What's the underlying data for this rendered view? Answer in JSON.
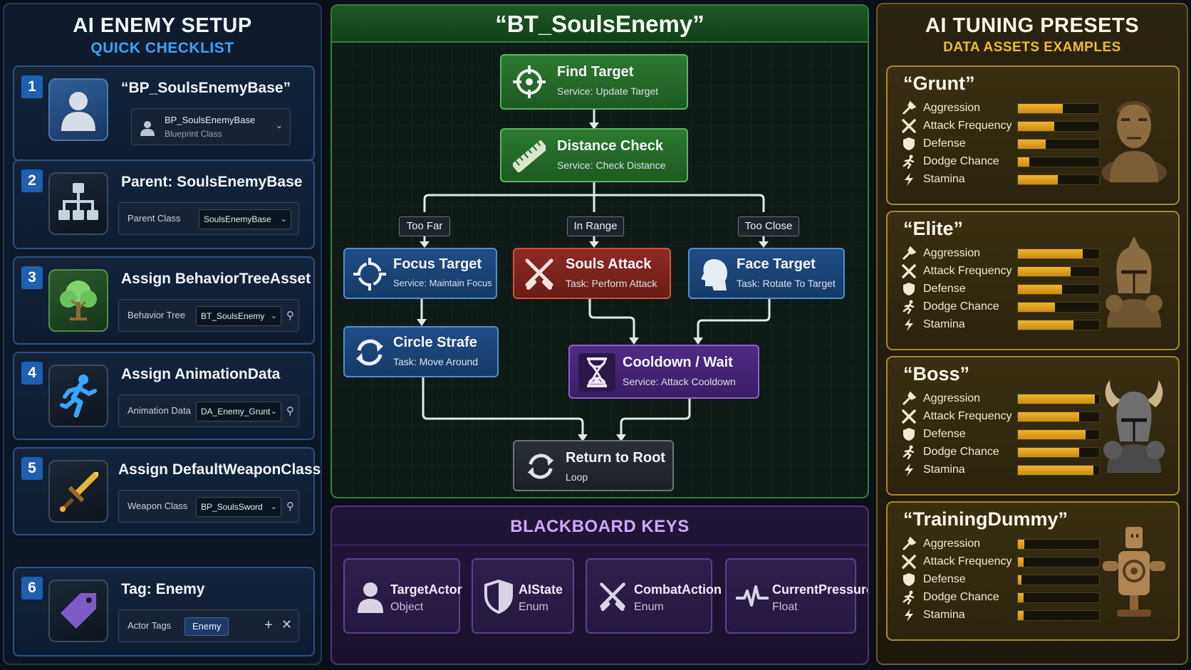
{
  "checklist": {
    "title": "AI ENEMY SETUP",
    "subtitle": "QUICK CHECKLIST",
    "steps": [
      {
        "num": "1",
        "title": "“BP_SoulsEnemyBase”",
        "icon": "person-bust-icon",
        "select": "BP_SoulsEnemyBase",
        "select_sub": "Blueprint Class"
      },
      {
        "num": "2",
        "title": "Parent: SoulsEnemyBase",
        "icon": "hierarchy-icon",
        "label": "Parent Class",
        "value": "SoulsEnemyBase"
      },
      {
        "num": "3",
        "title": "Assign BehaviorTreeAsset",
        "icon": "tree-icon",
        "label": "Behavior Tree",
        "value": "BT_SoulsEnemy"
      },
      {
        "num": "4",
        "title": "Assign AnimationData",
        "icon": "running-figure-icon",
        "label": "Animation Data",
        "value": "DA_Enemy_Grunt"
      },
      {
        "num": "5",
        "title": "Assign DefaultWeaponClass",
        "icon": "sword-icon",
        "label": "Weapon Class",
        "value": "BP_SoulsSword"
      },
      {
        "num": "6",
        "title": "Tag: Enemy",
        "icon": "tag-icon",
        "label": "Actor Tags",
        "value": "Enemy"
      }
    ]
  },
  "behavior_tree": {
    "title": "“BT_SoulsEnemy”",
    "nodes": {
      "find_target": {
        "title": "Find Target",
        "sub": "Service: Update Target",
        "icon": "crosshair-icon"
      },
      "distance_check": {
        "title": "Distance Check",
        "sub": "Service: Check Distance",
        "icon": "ruler-icon"
      },
      "focus_target": {
        "title": "Focus Target",
        "sub": "Service: Maintain Focus",
        "icon": "focus-arrows-icon"
      },
      "souls_attack": {
        "title": "Souls Attack",
        "sub": "Task: Perform Attack",
        "icon": "crossed-swords-icon"
      },
      "face_target": {
        "title": "Face Target",
        "sub": "Task: Rotate To Target",
        "icon": "head-profile-icon"
      },
      "circle_strafe": {
        "title": "Circle Strafe",
        "sub": "Task: Move Around",
        "icon": "cycle-arrows-icon"
      },
      "cooldown": {
        "title": "Cooldown / Wait",
        "sub": "Service: Attack Cooldown",
        "icon": "hourglass-icon"
      },
      "return_root": {
        "title": "Return to Root",
        "sub": "Loop",
        "icon": "loop-icon"
      }
    },
    "branches": {
      "too_far": "Too Far",
      "in_range": "In Range",
      "too_close": "Too Close"
    }
  },
  "blackboard": {
    "title": "BLACKBOARD KEYS",
    "keys": [
      {
        "name": "TargetActor",
        "type": "Object",
        "icon": "person-icon"
      },
      {
        "name": "AIState",
        "type": "Enum",
        "icon": "shield-icon"
      },
      {
        "name": "CombatAction",
        "type": "Enum",
        "icon": "crossed-swords-icon"
      },
      {
        "name": "CurrentPressure",
        "type": "Float",
        "icon": "pulse-icon"
      }
    ]
  },
  "presets": {
    "title": "AI TUNING PRESETS",
    "subtitle": "DATA ASSETS EXAMPLES",
    "stat_labels": [
      "Aggression",
      "Attack Frequency",
      "Defense",
      "Dodge Chance",
      "Stamina"
    ],
    "items": [
      {
        "name": "“Grunt”",
        "portrait": "grunt-warrior-icon",
        "levels": [
          0.55,
          0.45,
          0.34,
          0.14,
          0.49
        ]
      },
      {
        "name": "“Elite”",
        "portrait": "elite-knight-icon",
        "levels": [
          0.8,
          0.65,
          0.54,
          0.46,
          0.68
        ]
      },
      {
        "name": "“Boss”",
        "portrait": "horned-boss-icon",
        "levels": [
          0.95,
          0.75,
          0.83,
          0.75,
          0.93
        ]
      },
      {
        "name": "“TrainingDummy”",
        "portrait": "training-dummy-icon",
        "levels": [
          0.08,
          0.07,
          0.04,
          0.07,
          0.07
        ]
      }
    ],
    "accent": "#f0b32a"
  }
}
